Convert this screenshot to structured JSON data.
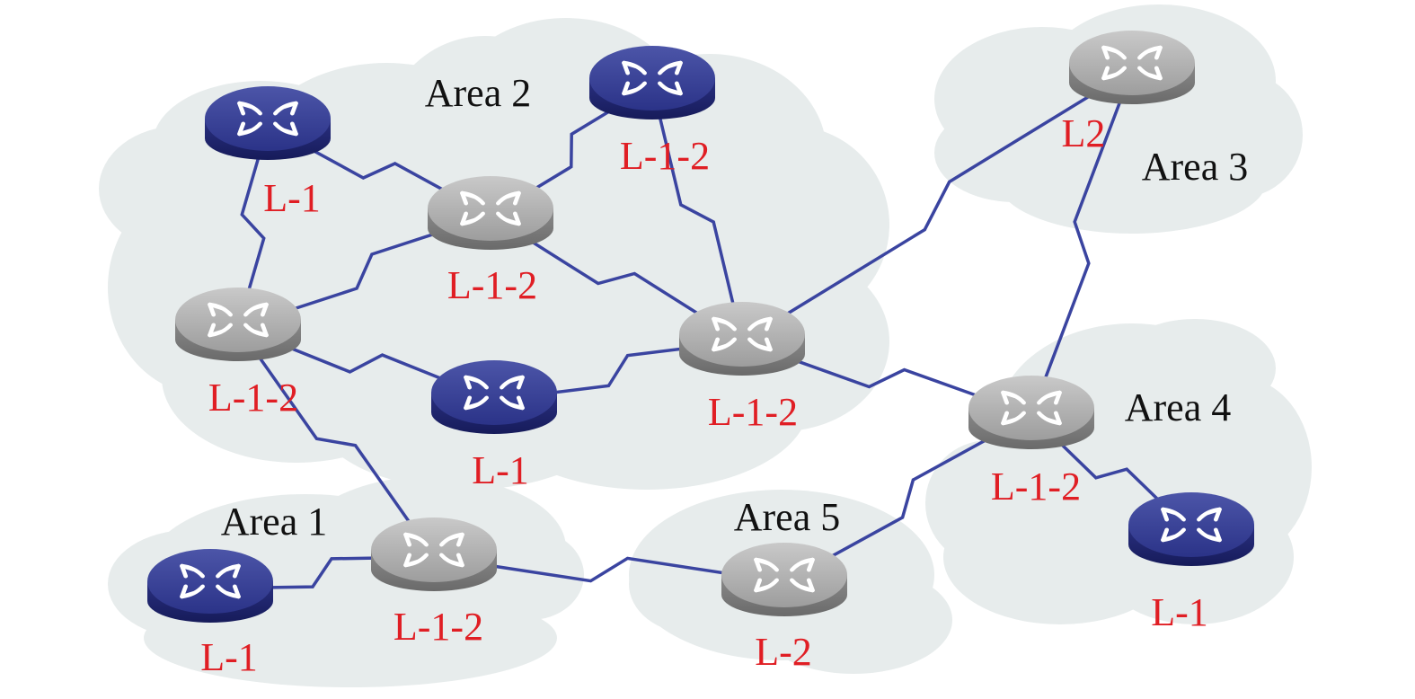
{
  "colors": {
    "cloud": "#e7ecec",
    "link": "#3a44a0",
    "label": "#e01e24",
    "area_text": "#111111",
    "router_l1": "blue",
    "router_other": "gray"
  },
  "areas": [
    {
      "id": "area1",
      "label": "Area 1"
    },
    {
      "id": "area2",
      "label": "Area 2"
    },
    {
      "id": "area3",
      "label": "Area 3"
    },
    {
      "id": "area4",
      "label": "Area 4"
    },
    {
      "id": "area5",
      "label": "Area 5"
    }
  ],
  "routers": [
    {
      "id": "a2-l1-top",
      "area": "Area 2",
      "label": "L-1",
      "color": "blue"
    },
    {
      "id": "a2-l12-top",
      "area": "Area 2",
      "label": "L-1-2",
      "color": "blue"
    },
    {
      "id": "a2-l12-center",
      "area": "Area 2",
      "label": "L-1-2",
      "color": "gray"
    },
    {
      "id": "a2-l12-left",
      "area": "Area 2",
      "label": "L-1-2",
      "color": "gray"
    },
    {
      "id": "a2-l1-bottom",
      "area": "Area 2",
      "label": "L-1",
      "color": "blue"
    },
    {
      "id": "a2-l12-right",
      "area": "Area 2",
      "label": "L-1-2",
      "color": "gray"
    },
    {
      "id": "a3-l2",
      "area": "Area 3",
      "label": "L2",
      "color": "gray"
    },
    {
      "id": "a4-l12",
      "area": "Area 4",
      "label": "L-1-2",
      "color": "gray"
    },
    {
      "id": "a4-l1",
      "area": "Area 4",
      "label": "L-1",
      "color": "blue"
    },
    {
      "id": "a1-l1",
      "area": "Area 1",
      "label": "L-1",
      "color": "blue"
    },
    {
      "id": "a1-l12",
      "area": "Area 1",
      "label": "L-1-2",
      "color": "gray"
    },
    {
      "id": "a5-l2",
      "area": "Area 5",
      "label": "L-2",
      "color": "gray"
    }
  ],
  "links": [
    {
      "from": "a2-l1-top",
      "to": "a2-l12-center"
    },
    {
      "from": "a2-l1-top",
      "to": "a2-l12-left"
    },
    {
      "from": "a2-l12-center",
      "to": "a2-l12-top"
    },
    {
      "from": "a2-l12-center",
      "to": "a2-l12-left"
    },
    {
      "from": "a2-l12-center",
      "to": "a2-l12-right"
    },
    {
      "from": "a2-l12-top",
      "to": "a2-l12-right"
    },
    {
      "from": "a2-l12-left",
      "to": "a2-l1-bottom"
    },
    {
      "from": "a2-l1-bottom",
      "to": "a2-l12-right"
    },
    {
      "from": "a2-l12-right",
      "to": "a3-l2"
    },
    {
      "from": "a2-l12-right",
      "to": "a4-l12"
    },
    {
      "from": "a3-l2",
      "to": "a4-l12"
    },
    {
      "from": "a4-l12",
      "to": "a4-l1"
    },
    {
      "from": "a4-l12",
      "to": "a5-l2"
    },
    {
      "from": "a2-l12-left",
      "to": "a1-l12"
    },
    {
      "from": "a1-l1",
      "to": "a1-l12"
    },
    {
      "from": "a1-l12",
      "to": "a5-l2"
    }
  ]
}
